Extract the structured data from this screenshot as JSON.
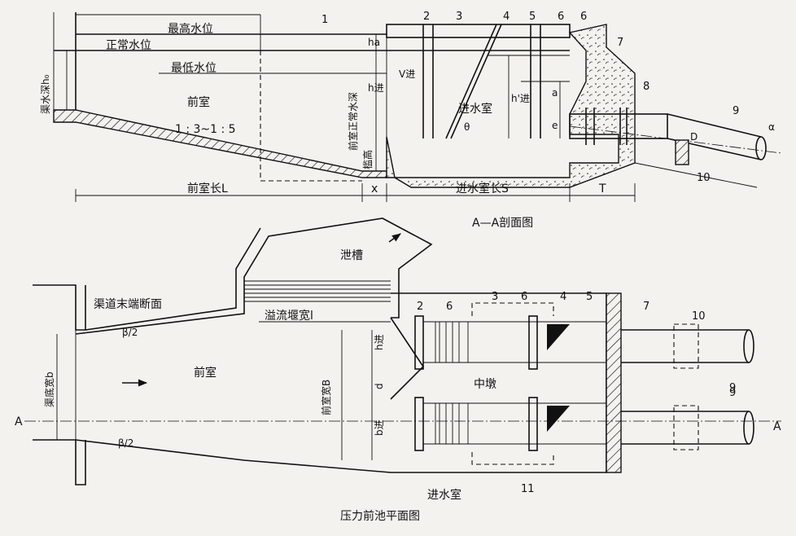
{
  "section": {
    "title": "A—A剖面图",
    "water_levels": {
      "highest": "最高水位",
      "normal": "正常水位",
      "lowest": "最低水位"
    },
    "forebay": "前室",
    "inlet_room": "进水室",
    "slope": "1 : 3~1 : 5",
    "canal_depth": "渠水深h₀",
    "normal_depth": "前室正常水深",
    "sill_height": "槛高",
    "h_in": "h进",
    "h_in_prime": "h'进",
    "h_a": "ha",
    "a": "a",
    "e": "e",
    "D": "D",
    "alpha": "α",
    "theta": "θ",
    "v_in": "V进",
    "L": "前室长L",
    "x": "x",
    "S": "进水室长S",
    "T": "T",
    "numbers": [
      "1",
      "2",
      "3",
      "4",
      "5",
      "6",
      "6",
      "7",
      "8",
      "9",
      "10"
    ]
  },
  "plan": {
    "title": "压力前池平面图",
    "canal_end": "渠道末端断面",
    "spillway_channel": "泄槽",
    "weir_width": "溢流堰宽l",
    "forebay": "前室",
    "forebay_width": "前室宽B",
    "canal_width": "渠底宽b",
    "beta_top": "β/2",
    "beta_bottom": "β/2",
    "h_in": "h进",
    "d": "d",
    "b_in": "b进",
    "middle_pier": "中墩",
    "inlet_room": "进水室",
    "section_mark": "A",
    "numbers_top": [
      "2",
      "6",
      "3",
      "6",
      "4",
      "5",
      "7",
      "10"
    ],
    "numbers_other": [
      "9",
      "9",
      "11"
    ]
  }
}
